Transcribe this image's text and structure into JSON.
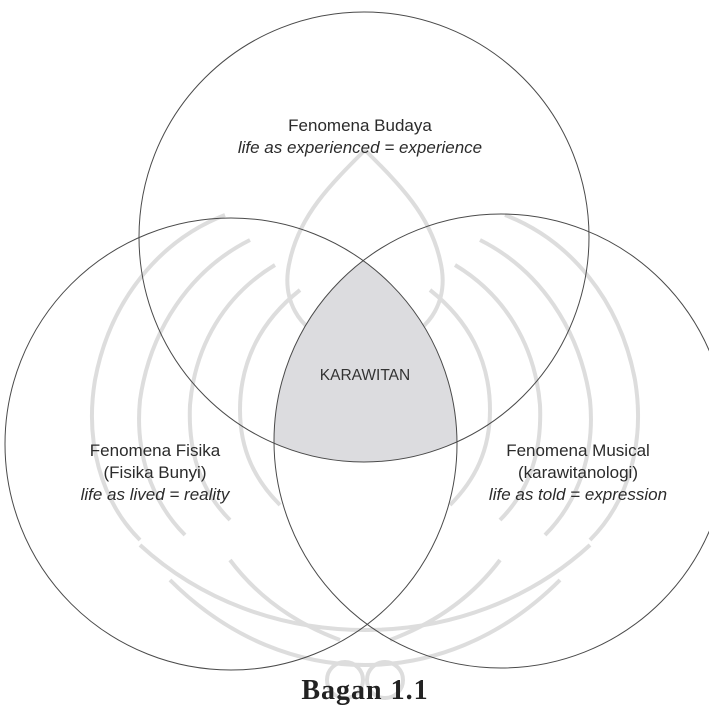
{
  "diagram": {
    "circles": [
      {
        "id": "budaya",
        "title": "Fenomena Budaya",
        "lines": [],
        "italic": "life as experienced = experience"
      },
      {
        "id": "fisika",
        "title": "Fenomena Fisika",
        "lines": [
          "(Fisika Bunyi)"
        ],
        "italic": "life as lived = reality"
      },
      {
        "id": "musical",
        "title": "Fenomena Musical",
        "lines": [
          "(karawitanologi)"
        ],
        "italic": "life as told = expression"
      }
    ],
    "intersection_label": "KARAWITAN",
    "caption": "Bagan 1.1"
  },
  "colors": {
    "stroke": "#4a4a4a",
    "intersection_fill": "#dcdcdf",
    "watermark": "#d2d2d2",
    "text": "#2b2b2b"
  }
}
